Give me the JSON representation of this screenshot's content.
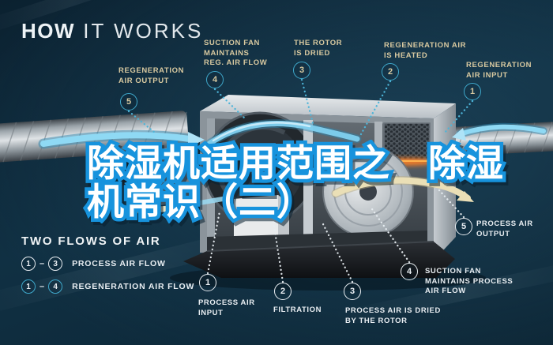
{
  "title": {
    "word_bold": "HOW",
    "word_light": " IT WORKS"
  },
  "overlay_title": {
    "line1": "除湿机适用范围之　除湿",
    "line2": "机常识（二）"
  },
  "callouts": {
    "regeneration": [
      {
        "num": "1",
        "label": "REGENERATION\nAIR INPUT"
      },
      {
        "num": "2",
        "label": "REGENERATION AIR\nIS HEATED"
      },
      {
        "num": "3",
        "label": "THE ROTOR\nIS DRIED"
      },
      {
        "num": "4",
        "label": "SUCTION FAN\nMAINTAINS\nREG. AIR FLOW"
      },
      {
        "num": "5",
        "label": "REGENERATION\nAIR OUTPUT"
      }
    ],
    "process": [
      {
        "num": "1",
        "label": "PROCESS AIR\nINPUT"
      },
      {
        "num": "2",
        "label": "FILTRATION"
      },
      {
        "num": "3",
        "label": "PROCESS AIR IS DRIED\nBY THE ROTOR"
      },
      {
        "num": "4",
        "label": "SUCTION FAN\nMAINTAINS PROCESS\nAIR FLOW"
      },
      {
        "num": "5",
        "label": "PROCESS AIR\nOUTPUT"
      }
    ]
  },
  "legend": {
    "title": "TWO FLOWS OF AIR",
    "rows": [
      {
        "start": "1",
        "sep": "–",
        "end": "3",
        "label": "PROCESS AIR FLOW"
      },
      {
        "start": "1",
        "sep": "–",
        "end": "4",
        "label": "REGENERATION AIR FLOW"
      }
    ]
  },
  "colors": {
    "background": "#0e2a3b",
    "regen_text": "#d8c9a0",
    "regen_circle": "#3fa9cc",
    "process_text": "#e9eef2",
    "flow_blue": "#8fd9f4",
    "flow_cream": "#ece0b6",
    "overlay_stroke": "#1793dd",
    "heater_orange": "#ff8a2a"
  }
}
